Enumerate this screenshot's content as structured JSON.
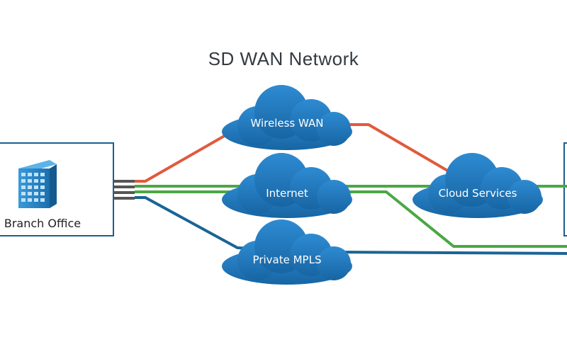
{
  "diagram": {
    "title": "SD WAN Network",
    "branch_office": {
      "label": "Branch Office"
    },
    "clouds": {
      "wireless_wan": "Wireless WAN",
      "internet": "Internet",
      "private_mpls": "Private MPLS",
      "cloud_services": "Cloud Services"
    },
    "colors": {
      "cloud_fill": "#1c73b4",
      "cloud_highlight": "#2f8ed6",
      "wireless_link": "#e05a3c",
      "internet_link": "#4aa843",
      "mpls_link": "#1a6496",
      "box_border": "#1a5f8c"
    }
  }
}
